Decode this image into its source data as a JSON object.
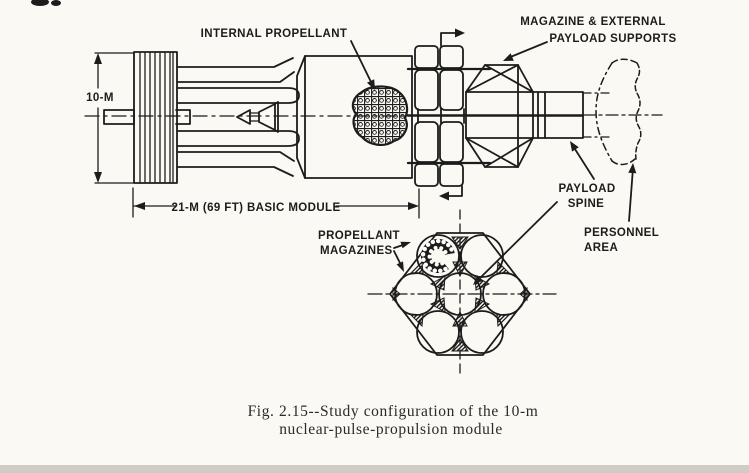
{
  "figure": {
    "caption_line1": "Fig. 2.15--Study configuration of the 10-m",
    "caption_line2": "nuclear-pulse-propulsion module"
  },
  "labels": {
    "internal_propellant": "INTERNAL PROPELLANT",
    "magazine_external_line1": "MAGAZINE & EXTERNAL",
    "magazine_external_line2": "PAYLOAD SUPPORTS",
    "payload_spine_line1": "PAYLOAD",
    "payload_spine_line2": "SPINE",
    "personnel_area_line1": "PERSONNEL",
    "personnel_area_line2": "AREA",
    "propellant_magazines_line1": "PROPELLANT",
    "propellant_magazines_line2": "MAGAZINES"
  },
  "dimensions": {
    "diameter_label": "10-M",
    "module_length_label": "21-M (69 FT) BASIC MODULE"
  },
  "colors": {
    "ink": "#1c1c1c",
    "paper": "#fbf9f3"
  }
}
